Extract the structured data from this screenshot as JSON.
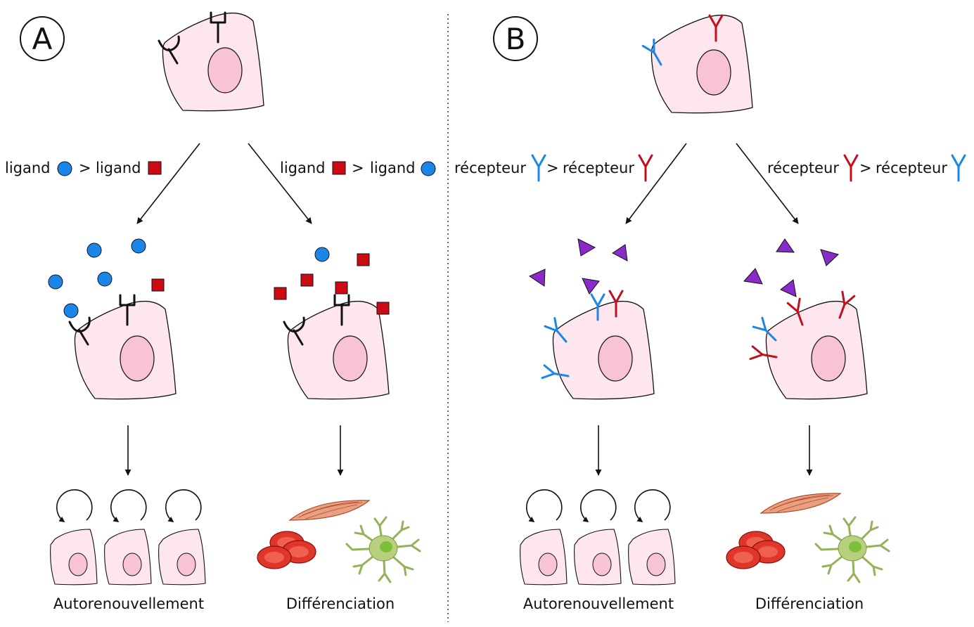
{
  "panels": {
    "a": {
      "letter": "A",
      "left_condition": {
        "word1": "ligand",
        "op": ">",
        "word2": "ligand"
      },
      "right_condition": {
        "word1": "ligand",
        "op": ">",
        "word2": "ligand"
      },
      "left_outcome": "Autorenouvellement",
      "right_outcome": "Différenciation"
    },
    "b": {
      "letter": "B",
      "left_condition": {
        "word1": "récepteur",
        "op": ">",
        "word2": "récepteur"
      },
      "right_condition": {
        "word1": "récepteur",
        "op": ">",
        "word2": "récepteur"
      },
      "left_outcome": "Autorenouvellement",
      "right_outcome": "Différenciation"
    }
  },
  "colors": {
    "cell_fill": "#fde6ee",
    "nucleus_fill": "#f7c3d5",
    "ligand_circle": "#1a86e8",
    "ligand_square": "#cc0a14",
    "receptor_blue": "#1a86e8",
    "receptor_red": "#c0101e",
    "triangle": "#8a2bc9",
    "outline": "#111111"
  },
  "icons": [
    "receptor-cup-icon",
    "receptor-fork-icon",
    "receptor-y-icon",
    "cycle-arrow-icon",
    "muscle-fiber-icon",
    "red-blood-cell-icon",
    "neuron-icon"
  ]
}
